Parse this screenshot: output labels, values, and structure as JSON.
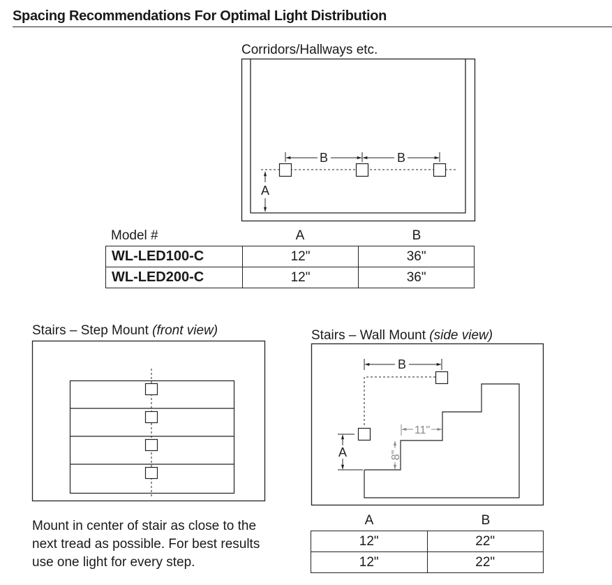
{
  "title": "Spacing Recommendations For Optimal Light Distribution",
  "corridors": {
    "label": "Corridors/Hallways etc.",
    "dim_a": "A",
    "dim_b": "B",
    "table": {
      "headers": [
        "Model #",
        "A",
        "B"
      ],
      "rows": [
        {
          "model": "WL-LED100-C",
          "a": "12\"",
          "b": "36\""
        },
        {
          "model": "WL-LED200-C",
          "a": "12\"",
          "b": "36\""
        }
      ]
    }
  },
  "stairs_step": {
    "label": "Stairs – Step Mount ",
    "label_view": "(front view)",
    "note": "Mount in center of stair as close to the next tread as possible. For best results use one light for every step."
  },
  "stairs_wall": {
    "label": "Stairs – Wall Mount ",
    "label_view": "(side view)",
    "dim_a": "A",
    "dim_b": "B",
    "tread_depth": "11\"",
    "riser_height": "8\"",
    "table": {
      "headers": [
        "A",
        "B"
      ],
      "rows": [
        {
          "a": "12\"",
          "b": "22\""
        },
        {
          "a": "12\"",
          "b": "22\""
        }
      ]
    }
  }
}
